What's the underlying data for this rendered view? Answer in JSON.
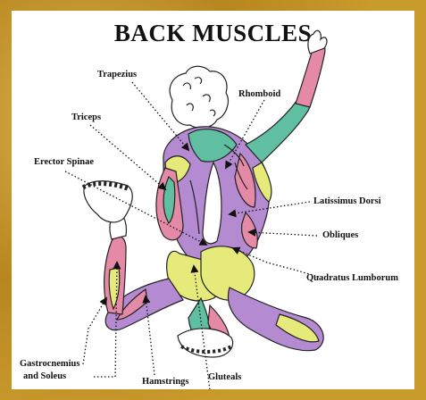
{
  "title": "BACK MUSCLES",
  "labels": {
    "trapezius": "Trapezius",
    "rhomboid": "Rhomboid",
    "triceps": "Triceps",
    "erector_spinae": "Erector Spinae",
    "latissimus_dorsi": "Latissimus Dorsi",
    "obliques": "Obliques",
    "quadratus_lumborum": "Quadratus Lumborum",
    "gastrocnemius_line1": "Gastrocnemius",
    "gastrocnemius_line2": "and Soleus",
    "hamstrings": "Hamstrings",
    "gluteals": "Gluteals"
  },
  "colors": {
    "frame": "#c99a2c",
    "muscle_pink": "#e58aa6",
    "muscle_teal": "#5fbfa0",
    "muscle_purple": "#b48ad0",
    "muscle_yellow": "#e6ea7a",
    "skin_outline": "#222222"
  }
}
